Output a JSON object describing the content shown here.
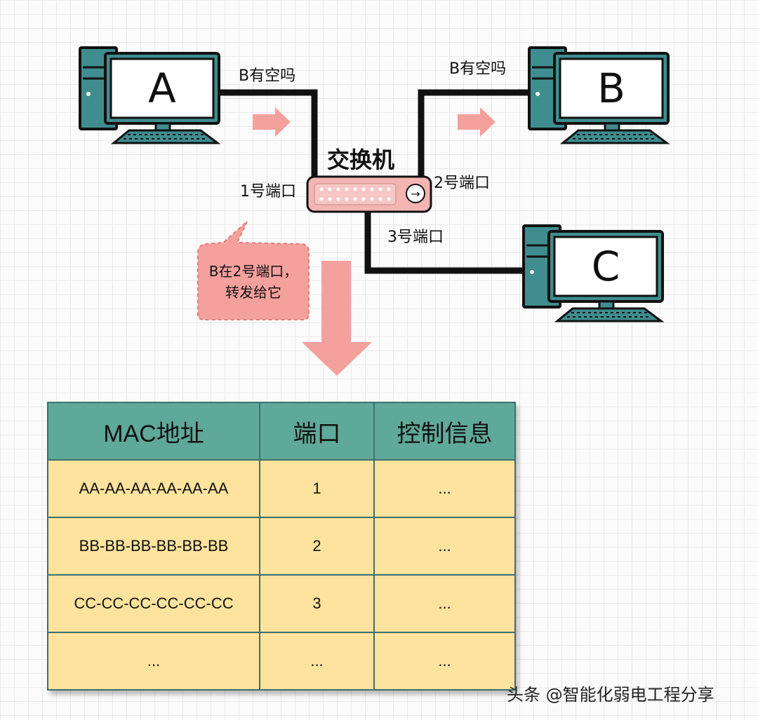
{
  "computers": [
    {
      "label": "A"
    },
    {
      "label": "B"
    },
    {
      "label": "C"
    }
  ],
  "switch_label": "交换机",
  "ports": [
    "1号端口",
    "2号端口",
    "3号端口"
  ],
  "messages": {
    "left": "B有空吗",
    "right": "B有空吗"
  },
  "bubble": {
    "line1": "B在2号端口，",
    "line2": "转发给它"
  },
  "table": {
    "headers": [
      "MAC地址",
      "端口",
      "控制信息"
    ],
    "rows": [
      [
        "AA-AA-AA-AA-AA-AA",
        "1",
        "..."
      ],
      [
        "BB-BB-BB-BB-BB-BB",
        "2",
        "..."
      ],
      [
        "CC-CC-CC-CC-CC-CC",
        "3",
        "..."
      ],
      [
        "...",
        "...",
        "..."
      ]
    ]
  },
  "footer": "头条 @智能化弱电工程分享",
  "colors": {
    "computer": "#3f8d8f",
    "switch": "#f4b5b2",
    "arrow": "#f4a09c",
    "header": "#5fa99a",
    "cell": "#fde39d"
  }
}
